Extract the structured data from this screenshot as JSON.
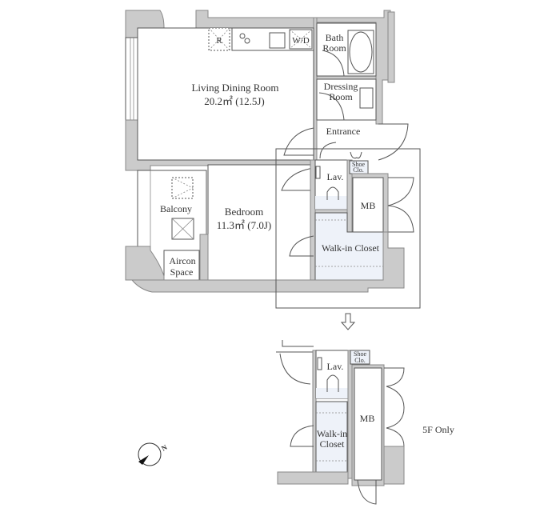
{
  "main_plan": {
    "living_dining": {
      "name": "Living Dining Room",
      "area": "20.2㎡ (12.5J)"
    },
    "bedroom": {
      "name": "Bedroom",
      "area": "11.3㎡ (7.0J)"
    },
    "bath": {
      "line1": "Bath",
      "line2": "Room"
    },
    "dressing": {
      "line1": "Dressing",
      "line2": "Room"
    },
    "entrance": "Entrance",
    "shoe_closet": {
      "line1": "Shoe",
      "line2": "Clo."
    },
    "lavatory": "Lav.",
    "meter_box": "MB",
    "walk_in_closet": "Walk-in Closet",
    "balcony": "Balcony",
    "aircon": {
      "line1": "Aircon",
      "line2": "Space"
    },
    "refrigerator": "R",
    "washer_dryer": "W/D"
  },
  "variant_plan": {
    "note": "5F Only",
    "shoe_closet": {
      "line1": "Shoe",
      "line2": "Clo."
    },
    "lavatory": "Lav.",
    "meter_box": "MB",
    "walk_in_closet": {
      "line1": "Walk-in",
      "line2": "Closet"
    }
  },
  "compass": {
    "north_label": "N"
  }
}
